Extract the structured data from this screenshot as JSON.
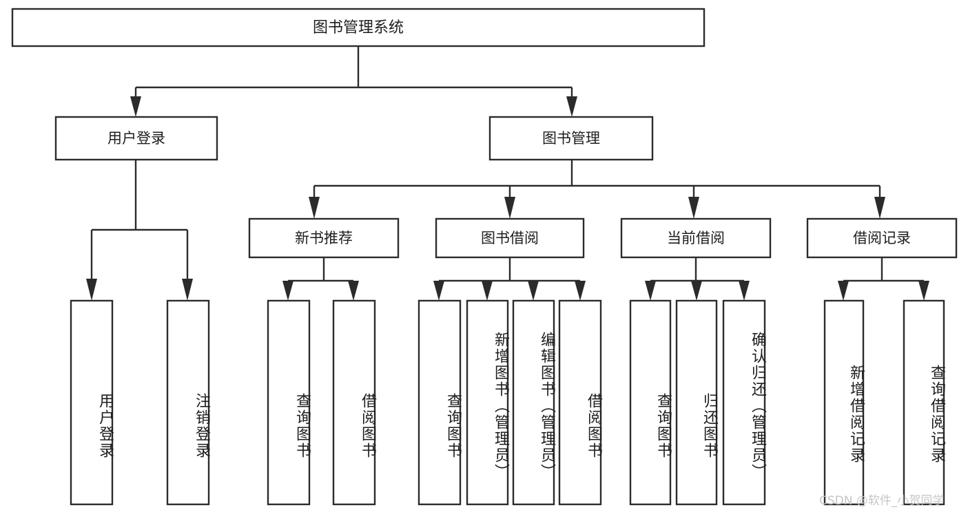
{
  "diagram": {
    "type": "tree",
    "title": "图书管理系统",
    "watermark": "CSDN @软件_小贺同学",
    "colors": {
      "stroke": "#2b2b2b",
      "fill": "#ffffff",
      "text": "#1d1d1d",
      "watermark": "#c6c6c6",
      "background": "#ffffff"
    },
    "levels": {
      "root": {
        "label": "图书管理系统"
      },
      "level2": [
        {
          "label": "用户登录"
        },
        {
          "label": "图书管理"
        }
      ],
      "level3": [
        {
          "label": "新书推荐"
        },
        {
          "label": "图书借阅"
        },
        {
          "label": "当前借阅"
        },
        {
          "label": "借阅记录"
        }
      ],
      "leaves": [
        {
          "label": "用户登录",
          "parent": "用户登录"
        },
        {
          "label": "注销登录",
          "parent": "用户登录"
        },
        {
          "label": "查询图书",
          "parent": "新书推荐"
        },
        {
          "label": "借阅图书",
          "parent": "新书推荐"
        },
        {
          "label": "查询图书",
          "parent": "图书借阅"
        },
        {
          "label": "新增图书（管理员）",
          "parent": "图书借阅"
        },
        {
          "label": "编辑图书（管理员）",
          "parent": "图书借阅"
        },
        {
          "label": "借阅图书",
          "parent": "图书借阅"
        },
        {
          "label": "查询图书",
          "parent": "当前借阅"
        },
        {
          "label": "归还图书",
          "parent": "当前借阅"
        },
        {
          "label": "确认归还（管理员）",
          "parent": "当前借阅"
        },
        {
          "label": "新增借阅记录",
          "parent": "借阅记录"
        },
        {
          "label": "查询借阅记录",
          "parent": "借阅记录"
        }
      ]
    }
  }
}
